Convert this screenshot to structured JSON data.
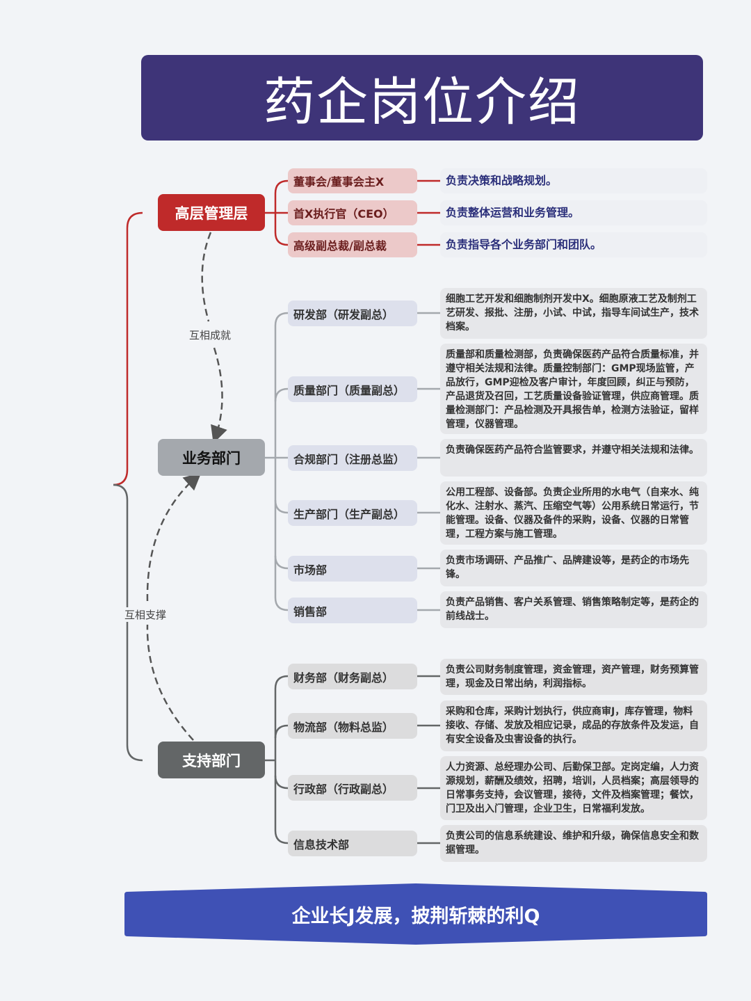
{
  "title": "药企岗位介绍",
  "roots": {
    "exec": "高层管理层",
    "business": "业务部门",
    "support": "支持部门"
  },
  "relations": {
    "exec_business": "互相成就",
    "business_support": "互相支撑"
  },
  "exec_roles": [
    {
      "role": "董事会/董事会主X",
      "desc": "负责决策和战略规划。"
    },
    {
      "role": "首X执行官（CEO）",
      "desc": "负责整体运营和业务管理。"
    },
    {
      "role": "高级副总裁/副总裁",
      "desc": "负责指导各个业务部门和团队。"
    }
  ],
  "business_depts": [
    {
      "name": "研发部（研发副总）",
      "desc": "细胞工艺开发和细胞制剂开发中X。细胞原液工艺及制剂工艺研发、报批、注册，小试、中试，指导车间试生产，技术档案。"
    },
    {
      "name": "质量部门（质量副总）",
      "desc": "质量部和质量检测部，负责确保医药产品符合质量标准，并遵守相关法规和法律。质量控制部门：GMP现场监管，产品放行，GMP迎检及客户审计，年度回顾，纠正与预防，产品退货及召回，工艺质量设备验证管理，供应商管理。质量检测部门：产品检测及开具报告单，检测方法验证，留样管理，仪器管理。"
    },
    {
      "name": "合规部门（注册总监）",
      "desc": "负责确保医药产品符合监管要求，并遵守相关法规和法律。"
    },
    {
      "name": "生产部门（生产副总）",
      "desc": "公用工程部、设备部。负责企业所用的水电气（自来水、纯化水、注射水、蒸汽、压缩空气等）公用系统日常运行，节能管理。设备、仪器及备件的采购，设备、仪器的日常管理，工程方案与施工管理。"
    },
    {
      "name": "市场部",
      "desc": "负责市场调研、产品推广、品牌建设等，是药企的市场先锋。"
    },
    {
      "name": "销售部",
      "desc": "负责产品销售、客户关系管理、销售策略制定等，是药企的前线战士。"
    }
  ],
  "support_depts": [
    {
      "name": "财务部（财务副总）",
      "desc": "负责公司财务制度管理，资金管理，资产管理，财务预算管理，现金及日常出纳，利润指标。"
    },
    {
      "name": "物流部（物料总监）",
      "desc": "采购和仓库，采购计划执行，供应商审J，库存管理，物料接收、存储、发放及相应记录，成品的存放条件及发运，自有安全设备及虫害设备的执行。"
    },
    {
      "name": "行政部（行政副总）",
      "desc": "人力资源、总经理办公司、后勤保卫部。定岗定编，人力资源规划，薪酬及绩效，招聘，培训，人员档案；高层领导的日常事务支持，会议管理，接待，文件及档案管理；餐饮，门卫及出入门管理，企业卫生，日常福利发放。"
    },
    {
      "name": "信息技术部",
      "desc": "负责公司的信息系统建设、维护和升级，确保信息安全和数据管理。"
    }
  ],
  "footer": "企业长J发展，披荆斩棘的利Q",
  "colors": {
    "title_bg": "#3e3478",
    "exec": "#bf2a2a",
    "business": "#a4a8ad",
    "support": "#636667",
    "footer_bg": "#3f51b5"
  }
}
